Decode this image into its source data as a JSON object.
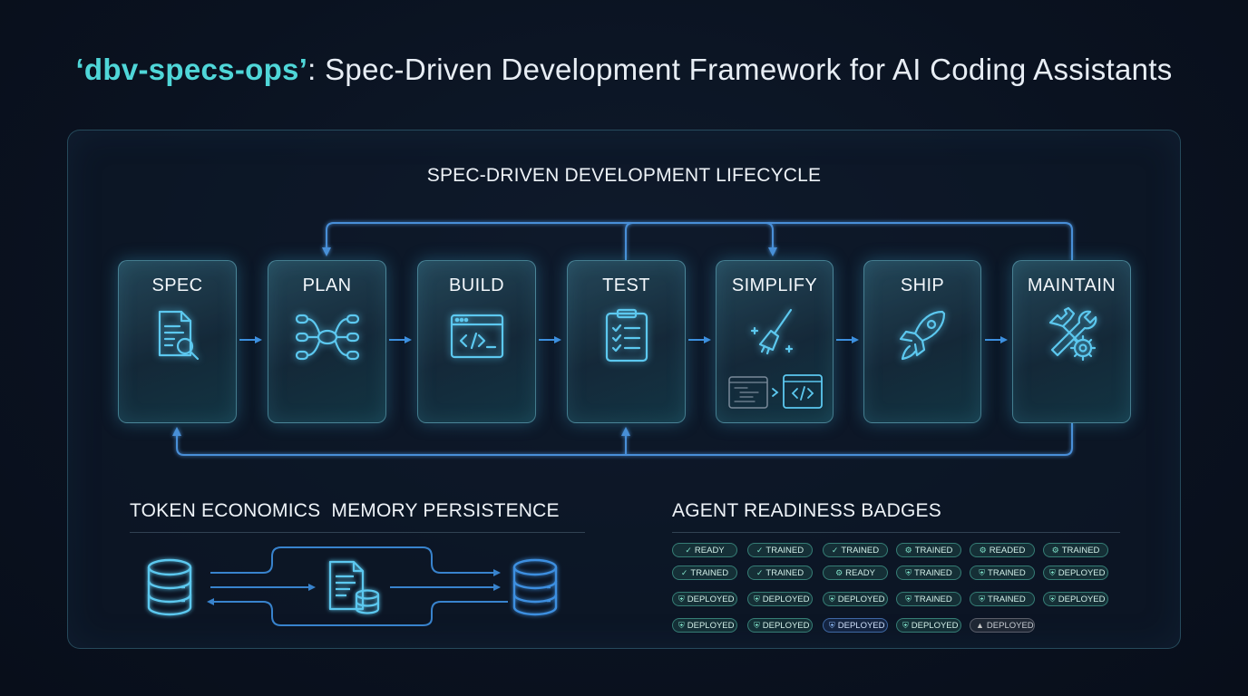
{
  "title": {
    "accent": "‘dbv-specs-ops’",
    "rest": ": Spec-Driven Development Framework for AI Coding Assistants"
  },
  "lifecycle": {
    "heading": "SPEC-DRIVEN DEVELOPMENT LIFECYCLE",
    "stages": [
      {
        "label": "SPEC",
        "icon": "document-search-icon"
      },
      {
        "label": "PLAN",
        "icon": "mind-map-icon"
      },
      {
        "label": "BUILD",
        "icon": "code-window-icon"
      },
      {
        "label": "TEST",
        "icon": "checklist-clipboard-icon"
      },
      {
        "label": "SIMPLIFY",
        "icon": "broom-icon"
      },
      {
        "label": "SHIP",
        "icon": "rocket-icon"
      },
      {
        "label": "MAINTAIN",
        "icon": "wrench-gear-icon"
      }
    ]
  },
  "token": {
    "heading": "TOKEN ECONOMICS  MEMORY PERSISTENCE"
  },
  "badges": {
    "heading": "AGENT READINESS BADGES",
    "rows": [
      [
        {
          "icon": "✓",
          "text": "READY",
          "style": "teal"
        },
        {
          "icon": "✓",
          "text": "TRAINED",
          "style": "teal"
        },
        {
          "icon": "✓",
          "text": "TRAINED",
          "style": "teal"
        },
        {
          "icon": "⚙",
          "text": "TRAINED",
          "style": "teal"
        },
        {
          "icon": "⚙",
          "text": "READED",
          "style": "teal"
        },
        {
          "icon": "⚙",
          "text": "TRAINED",
          "style": "teal"
        }
      ],
      [
        {
          "icon": "✓",
          "text": "TRAINED",
          "style": "teal"
        },
        {
          "icon": "✓",
          "text": "TRAINED",
          "style": "teal"
        },
        {
          "icon": "⚙",
          "text": "READY",
          "style": "teal"
        },
        {
          "icon": "⛨",
          "text": "TRAINED",
          "style": "teal"
        },
        {
          "icon": "⛨",
          "text": "TRAINED",
          "style": "teal"
        },
        {
          "icon": "⛨",
          "text": "DEPLOYED",
          "style": "teal"
        }
      ],
      [
        {
          "icon": "⛨",
          "text": "DEPLOYED",
          "style": "teal"
        },
        {
          "icon": "⛨",
          "text": "DEPLOYED",
          "style": "teal"
        },
        {
          "icon": "⛨",
          "text": "DEPLOYED",
          "style": "teal"
        },
        {
          "icon": "⛨",
          "text": "TRAINED",
          "style": "teal"
        },
        {
          "icon": "⛨",
          "text": "TRAINED",
          "style": "teal"
        },
        {
          "icon": "⛨",
          "text": "DEPLOYED",
          "style": "teal"
        }
      ],
      [
        {
          "icon": "⛨",
          "text": "DEPLOYED",
          "style": "teal"
        },
        {
          "icon": "⛨",
          "text": "DEPLOYED",
          "style": "teal"
        },
        {
          "icon": "⛨",
          "text": "DEPLOYED",
          "style": "blue"
        },
        {
          "icon": "⛨",
          "text": "DEPLOYED",
          "style": "teal"
        },
        {
          "icon": "▲",
          "text": "DEPLOYED",
          "style": "grey"
        }
      ]
    ]
  },
  "colors": {
    "accent": "#4fd6d8",
    "flow_arrow": "#3d8fe0",
    "loop_line": "#4a8fd8",
    "glow": "#5cc8ef"
  }
}
